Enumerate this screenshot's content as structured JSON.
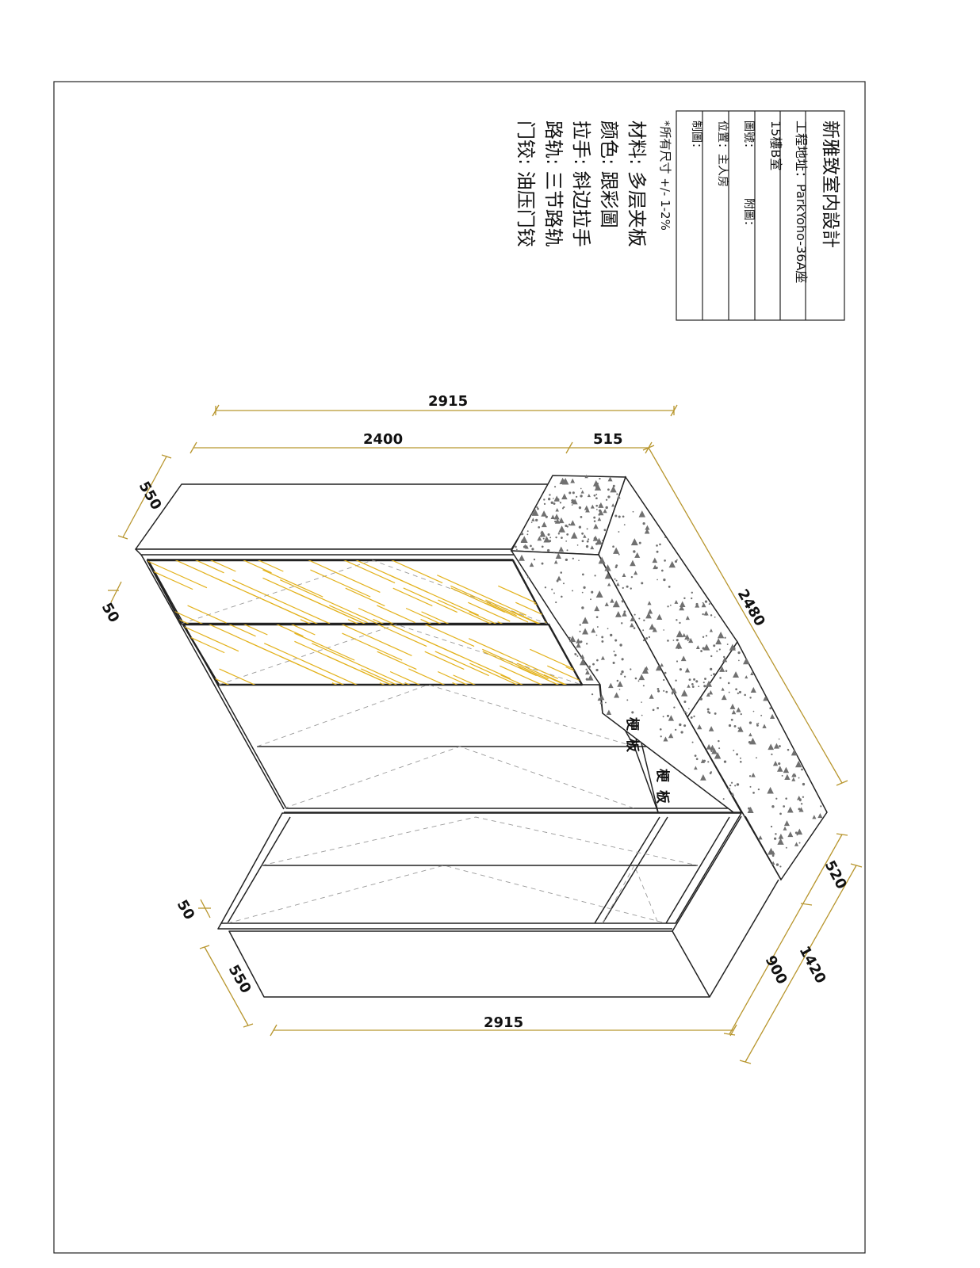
{
  "title_block": {
    "company": "新雅致室内設計",
    "address_line1": "工程地址：ParkYoho-36A座",
    "address_line2": "15樓B室",
    "drawing_no": "圖號：",
    "attachment": "附圖：",
    "location": "位置：主人房",
    "drafter": "制圖："
  },
  "notes": {
    "tolerance": "*所有尺寸 +/- 1-2%",
    "material": "材料:  多层夹板",
    "color": "颜色:  跟彩圖",
    "handle": "拉手:  斜边拉手",
    "rail": "路轨:  三节路轨",
    "hinge": "门铰:  油压门铰"
  },
  "labels": {
    "board_1": "梗板",
    "board_2": "梗板"
  },
  "dimensions": {
    "top_overall": "2915",
    "top_left": "2400",
    "top_right": "515",
    "left_depth_top": "550",
    "left_gap_top": "50",
    "left_gap_bottom": "50",
    "left_depth_bottom": "550",
    "bottom_overall": "2915",
    "right_long": "2480",
    "right_small": "520",
    "right_mid": "900",
    "right_total": "1420"
  },
  "colors": {
    "frame": "#222222",
    "dimension": "#b8962e",
    "mirror_hatch": "#e3b21c",
    "hidden_line": "#9a9a9a",
    "terrazzo_fleck": "#707070"
  }
}
